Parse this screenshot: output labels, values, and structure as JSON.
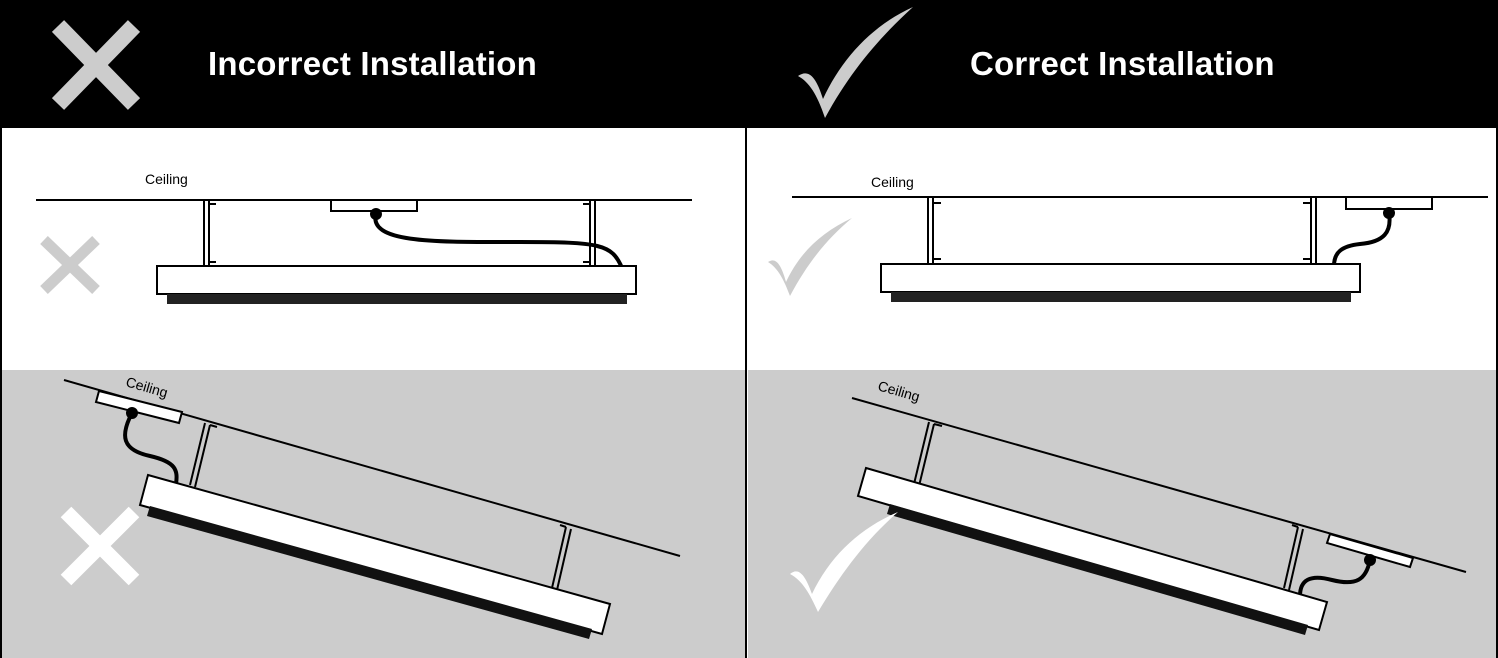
{
  "colors": {
    "header_bg": "#000000",
    "title_text": "#ffffff",
    "mark_gray": "#cccccc",
    "mark_white": "#ffffff",
    "lower_panel_bg": "#cccccc",
    "line": "#000000"
  },
  "header": {
    "incorrect_title": "Incorrect Installation",
    "correct_title": "Correct Installation",
    "incorrect_icon": "x-mark-icon",
    "correct_icon": "check-mark-icon"
  },
  "panels": {
    "incorrect_flat": {
      "ceiling_label": "Ceiling",
      "mark": "x-mark-icon"
    },
    "correct_flat": {
      "ceiling_label": "Ceiling",
      "mark": "check-mark-icon"
    },
    "incorrect_sloped": {
      "ceiling_label": "Ceiling",
      "mark": "x-mark-icon"
    },
    "correct_sloped": {
      "ceiling_label": "Ceiling",
      "mark": "check-mark-icon"
    }
  }
}
